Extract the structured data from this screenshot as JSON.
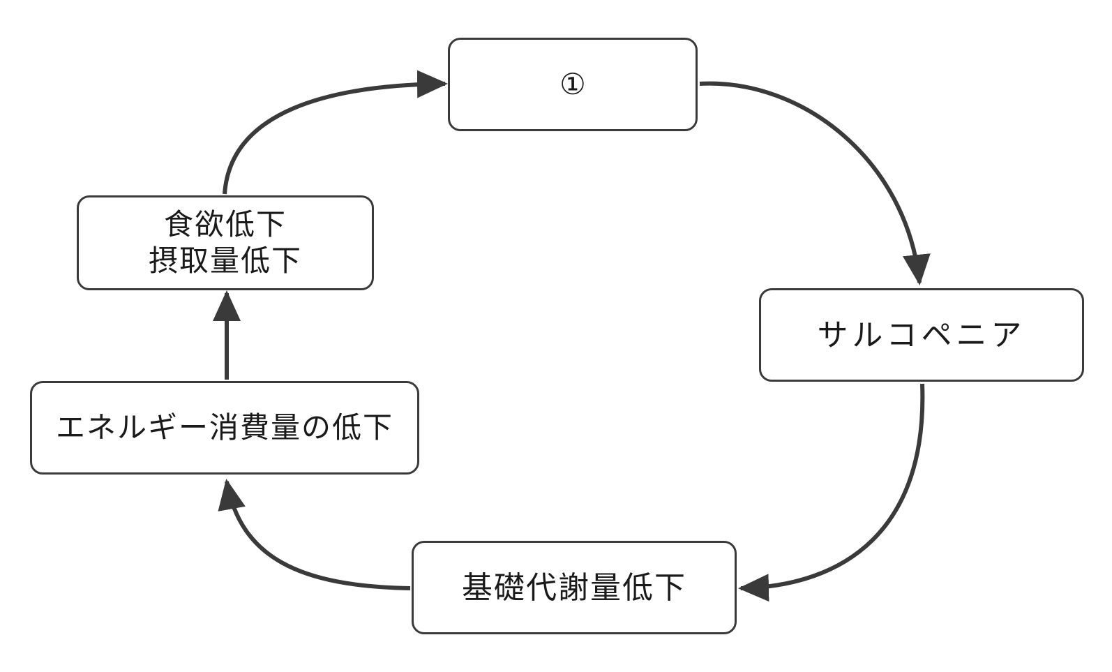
{
  "diagram": {
    "colors": {
      "stroke": "#3a3a3a",
      "text": "#1a1a1a",
      "background": "#ffffff"
    },
    "nodes": {
      "top": {
        "label": "①"
      },
      "sarcopenia": {
        "label": "サルコペニア"
      },
      "bmr": {
        "label": "基礎代謝量低下"
      },
      "energy": {
        "label": "エネルギー消費量の低下"
      },
      "appetite": {
        "line1": "食欲低下",
        "line2": "摂取量低下"
      }
    },
    "edges": [
      {
        "from": "top",
        "to": "sarcopenia"
      },
      {
        "from": "sarcopenia",
        "to": "bmr"
      },
      {
        "from": "bmr",
        "to": "energy"
      },
      {
        "from": "energy",
        "to": "appetite"
      },
      {
        "from": "appetite",
        "to": "top"
      }
    ]
  }
}
